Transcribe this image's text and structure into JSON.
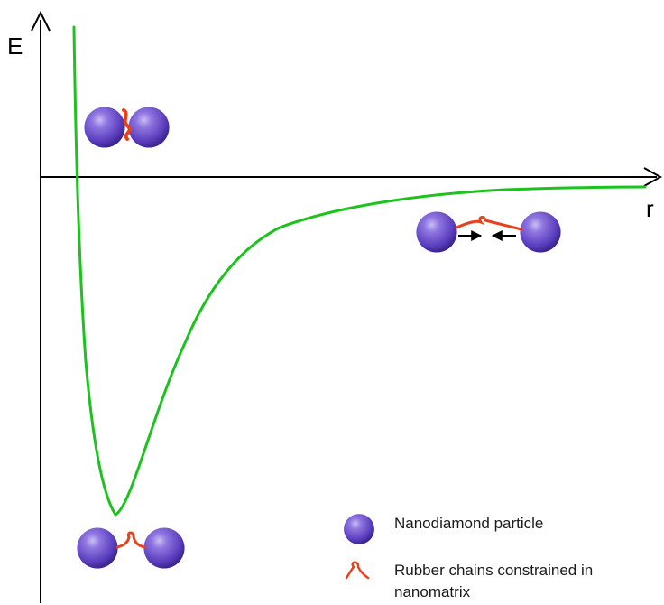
{
  "axes": {
    "y_label": "E",
    "x_label": "r"
  },
  "legend": {
    "particle_label": "Nanodiamond particle",
    "chain_label_line1": "Rubber chains constrained in",
    "chain_label_line2": "nanomatrix"
  },
  "colors": {
    "curve": "#1ec21e",
    "axis": "#000000",
    "particle_light": "#a894ea",
    "particle_mid": "#6a4fc9",
    "particle_dark": "#2e1b7a",
    "chain": "#e8421c",
    "arrow": "#000000"
  },
  "icons": {
    "particle": "nanodiamond-sphere",
    "chain": "rubber-chain-loop"
  }
}
